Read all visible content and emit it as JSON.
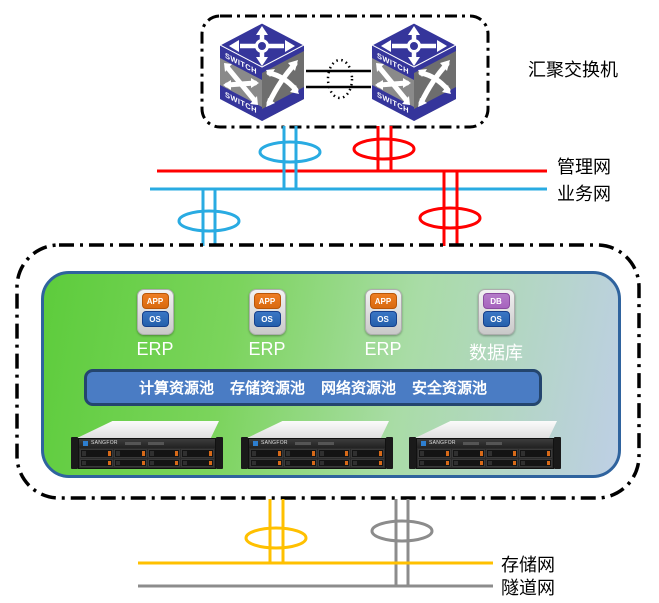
{
  "colors": {
    "mgmt-red": "#FF0000",
    "biz-blue": "#29ABE2",
    "storage-gold": "#FFC000",
    "tunnel-gray": "#8C8C8C",
    "box-border": "#2F639E",
    "cloud-green": "#5DCC3C",
    "cloud-blue": "#BECFE5",
    "bar-blue": "#4A7CC4",
    "bar-border": "#24456E",
    "switch-navy": "#35359B",
    "switch-gray": "#6E6E6E",
    "app-orange": "#EE7D22",
    "os-blue": "#2560AC",
    "db-purple": "#A763BE"
  },
  "top_cluster": {
    "label": "汇聚交换机",
    "switch_text": "SWITCH"
  },
  "legend": {
    "mgmt": "管理网",
    "biz": "业务网",
    "storage": "存储网",
    "tunnel": "隧道网"
  },
  "cloud": {
    "vms": [
      {
        "top_badge": "APP",
        "bottom_badge": "OS",
        "label": "ERP"
      },
      {
        "top_badge": "APP",
        "bottom_badge": "OS",
        "label": "ERP"
      },
      {
        "top_badge": "APP",
        "bottom_badge": "OS",
        "label": "ERP"
      },
      {
        "top_badge": "DB",
        "bottom_badge": "OS",
        "label": "数据库"
      }
    ],
    "pools": [
      "计算资源池",
      "存储资源池",
      "网络资源池",
      "安全资源池"
    ],
    "server_brand": "SANGFOR"
  }
}
